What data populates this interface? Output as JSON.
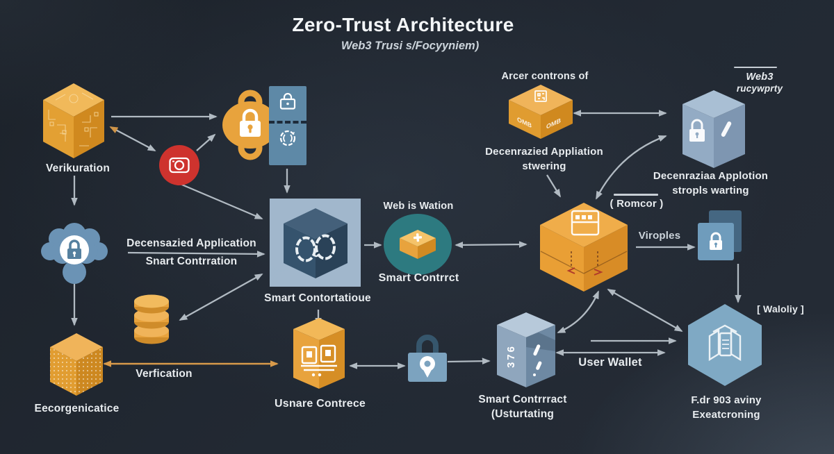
{
  "header": {
    "title": "Zero-Trust Architecture",
    "subtitle": "Web3 Trusi s/Focyyniem)"
  },
  "colors": {
    "background": "#222933",
    "orange": "#e8a33d",
    "orange_light": "#f1b95a",
    "orange_dark": "#d0891f",
    "steel_blue": "#6f9cbc",
    "panel_blue": "#aabfd3",
    "dark_cube": "#32495c",
    "teal": "#2d7a80",
    "red_badge": "#ce332e",
    "arrow_gray": "#b9c2ca",
    "arrow_orange": "#d89a4a",
    "text": "#e8ecef"
  },
  "nodes": {
    "verification_cube": {
      "label": "Verikuration",
      "icon": "circuit-cube-icon"
    },
    "dapp_note": {
      "line1": "Decensazied Application",
      "line2": "Snart Contrration"
    },
    "user_cloud": {
      "icon": "cloud-lock-icon"
    },
    "ledger_cube": {
      "label": "Eecorgenicatice",
      "icon": "dotted-cube-icon"
    },
    "database": {
      "icon": "database-icon"
    },
    "verfication_link": {
      "label": "Verfication"
    },
    "contract_panel": {
      "label": "Smart Contortatioue",
      "icon": "gears-cube-icon"
    },
    "web_validation": {
      "caption": "Web is Wation",
      "label": "Smart Contrrct",
      "icon": "package-plus-icon"
    },
    "user_contract_box": {
      "label": "Usnare Contrece",
      "icon": "qr-book-icon"
    },
    "location_lock": {
      "icon": "location-pin-lock-icon"
    },
    "access_box": {
      "caption": "Arcer controns of",
      "line1": "Decenrazied Appliation",
      "line2": "stwering",
      "side_text": "OMB",
      "side_text2": "OMB",
      "icon": "qr-package-icon"
    },
    "web3_recovery": {
      "line1": "Web3",
      "line2": "rucywprty"
    },
    "dapp_cube": {
      "line1": "Decenraziaa Applotion",
      "line2": "stropls warting",
      "icon": "lock-slash-cube-icon"
    },
    "hub_cube": {
      "bracket_label": "( Romcor )",
      "icon": "server-window-icon"
    },
    "viroples_link": {
      "label": "Viroples"
    },
    "lock_squares": {
      "icon": "stacked-lock-icon"
    },
    "wallet_tag": {
      "label": "[ Waloliy ]"
    },
    "smart_contract_cube": {
      "line1": "Smart Contrrract",
      "line2": "(Usturtating",
      "glyph": "376",
      "icon": "code-cube-icon"
    },
    "user_wallet_link": {
      "label": "User Wallet"
    },
    "hexagon_node": {
      "line1": "F.dr 903 aviny",
      "line2": "Exeatcroning",
      "icon": "document-box-icon"
    }
  }
}
